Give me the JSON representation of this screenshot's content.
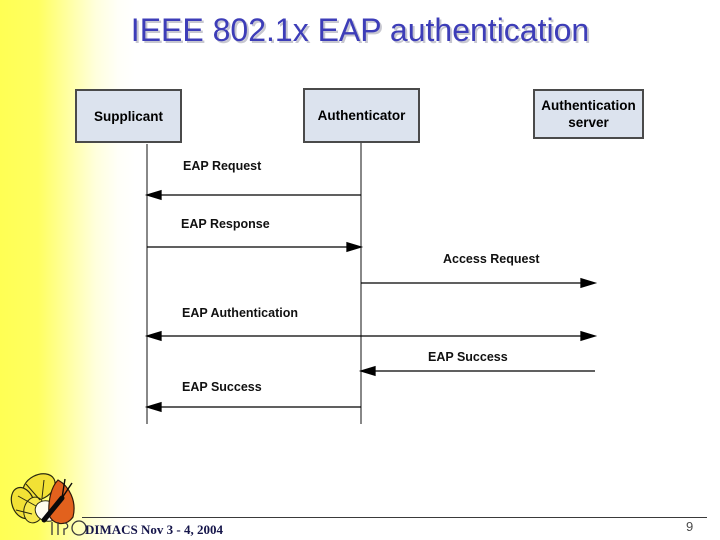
{
  "slide": {
    "title": "IEEE 802.1x EAP authentication",
    "footer": "DIMACS Nov 3 - 4, 2004",
    "page_number": "9"
  },
  "diagram": {
    "type": "sequence-diagram",
    "actors": [
      {
        "id": "supplicant",
        "label": "Supplicant"
      },
      {
        "id": "authenticator",
        "label": "Authenticator"
      },
      {
        "id": "authentication-server",
        "label": "Authentication server"
      }
    ],
    "messages": [
      {
        "label": "EAP Request",
        "from": "authenticator",
        "to": "supplicant",
        "direction": "left"
      },
      {
        "label": "EAP Response",
        "from": "supplicant",
        "to": "authenticator",
        "direction": "right"
      },
      {
        "label": "Access Request",
        "from": "authenticator",
        "to": "authentication-server",
        "direction": "right"
      },
      {
        "label": "EAP Authentication",
        "from": "supplicant",
        "to": "authentication-server",
        "direction": "both"
      },
      {
        "label": "EAP Success",
        "from": "authentication-server",
        "to": "authenticator",
        "direction": "left"
      },
      {
        "label": "EAP Success",
        "from": "authenticator",
        "to": "supplicant",
        "direction": "left"
      }
    ]
  },
  "icons": {
    "logo": "butterfly-logo"
  },
  "colors": {
    "title_text": "#3d3db8",
    "actor_box_fill": "#dce3ee",
    "actor_box_border": "#4a4a4a",
    "background_left_yellow": "#ffff54",
    "arrow": "#000000",
    "footer_text": "#15154a",
    "logo_yellow": "#f2e135",
    "logo_orange": "#e2611d"
  }
}
